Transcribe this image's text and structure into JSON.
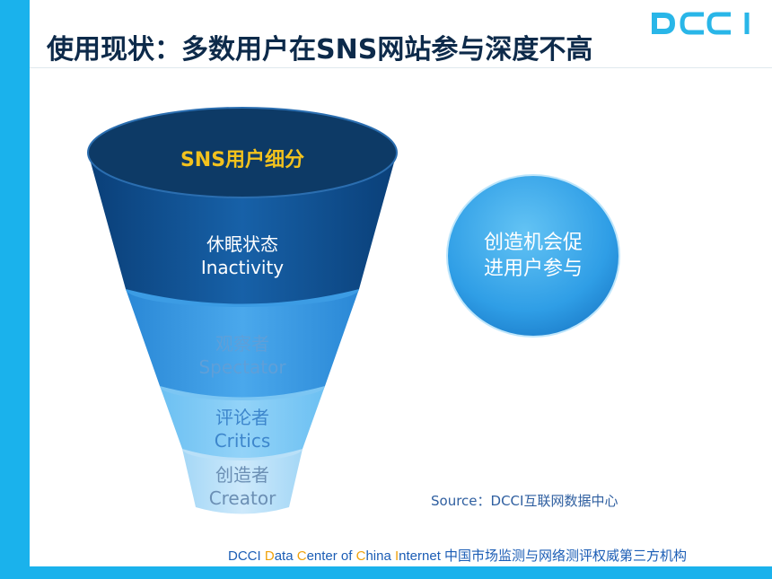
{
  "slide": {
    "title": "使用现状：多数用户在SNS网站参与深度不高",
    "logo_text": "DCCI"
  },
  "funnel": {
    "top_label": "SNS用户细分",
    "tiers": [
      {
        "cn": "休眠状态",
        "en": "Inactivity"
      },
      {
        "cn": "观察者",
        "en": "Spectator"
      },
      {
        "cn": "评论者",
        "en": "Critics"
      },
      {
        "cn": "创造者",
        "en": "Creator"
      }
    ]
  },
  "callout": {
    "line1": "创造机会促",
    "line2": "进用户参与"
  },
  "source": "Source：DCCI互联网数据中心",
  "footer": {
    "prefix": "DCCI ",
    "d": "D",
    "ata": "ata ",
    "c": "C",
    "enter_of": "enter of ",
    "ch": "C",
    "hina": "hina ",
    "i": "I",
    "nternet": "nternet ",
    "rest": "中国市场监测与网络测评权威第三方机构"
  },
  "colors": {
    "accent_bar": "#1ab2ec",
    "title": "#0d2a4a",
    "funnel_dark": "#0e4c88",
    "funnel_mid": "#2f94e0",
    "funnel_light": "#57b3ef",
    "funnel_pale": "#a9d9f6",
    "highlight": "#f3c21d",
    "footer_highlight": "#f0a20b"
  }
}
